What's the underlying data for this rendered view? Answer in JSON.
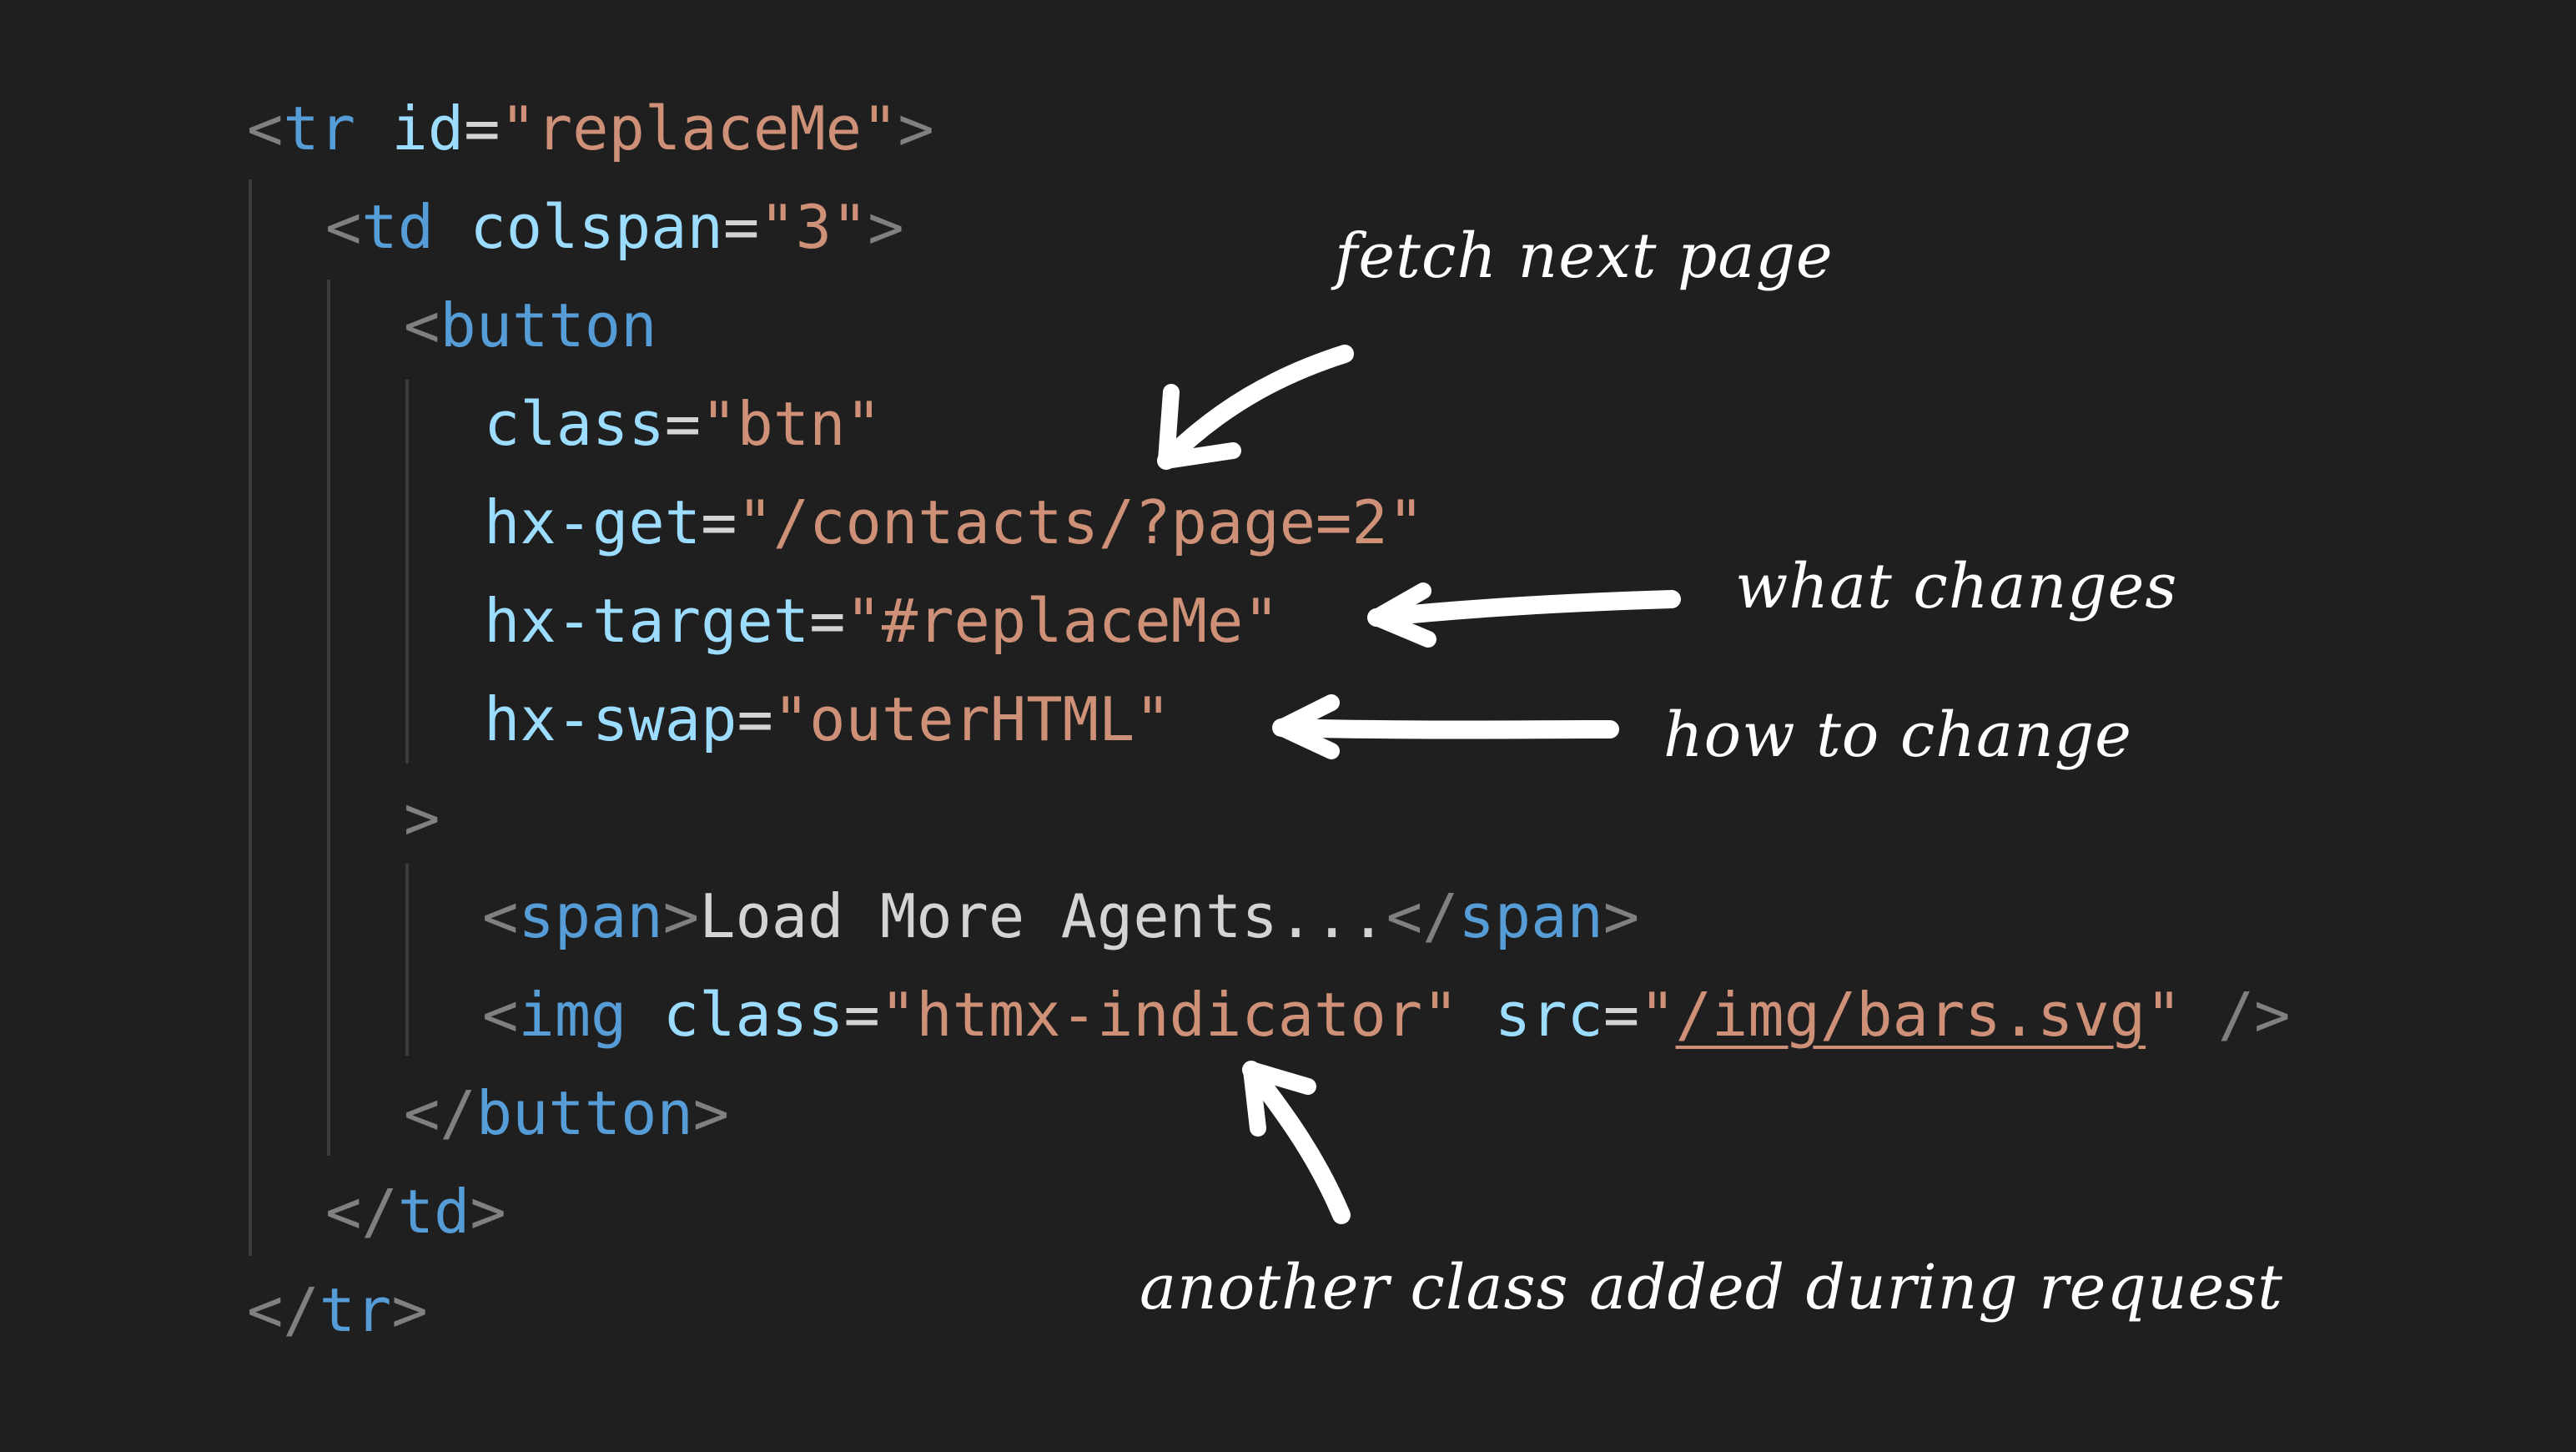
{
  "code": {
    "tr_tag": "tr",
    "tr_attr": "id",
    "tr_value": "\"replaceMe\"",
    "td_tag": "td",
    "td_attr": "colspan",
    "td_value": "\"3\"",
    "button_tag": "button",
    "class_attr": "class",
    "class_value": "\"btn\"",
    "hxget_attr": "hx-get",
    "hxget_value": "\"/contacts/?page=2\"",
    "hxtarget_attr": "hx-target",
    "hxtarget_value": "\"#replaceMe\"",
    "hxswap_attr": "hx-swap",
    "hxswap_value": "\"outerHTML\"",
    "span_tag": "span",
    "span_text": "Load More Agents...",
    "img_tag": "img",
    "img_class_attr": "class",
    "img_class_value": "\"htmx-indicator\"",
    "img_src_attr": "src",
    "img_src_value": "/img/bars.svg",
    "close_button_tag": "button",
    "close_td_tag": "td",
    "close_tr_tag": "tr"
  },
  "annotations": {
    "fetch": "fetch next page",
    "what": "what changes",
    "how": "how to change",
    "another": "another class added during request"
  },
  "colors": {
    "background": "#1f1f1f",
    "tag": "#569cd6",
    "attribute": "#9cdcfe",
    "string": "#ce9178",
    "punctuation": "#808080",
    "annotation": "#ffffff"
  }
}
